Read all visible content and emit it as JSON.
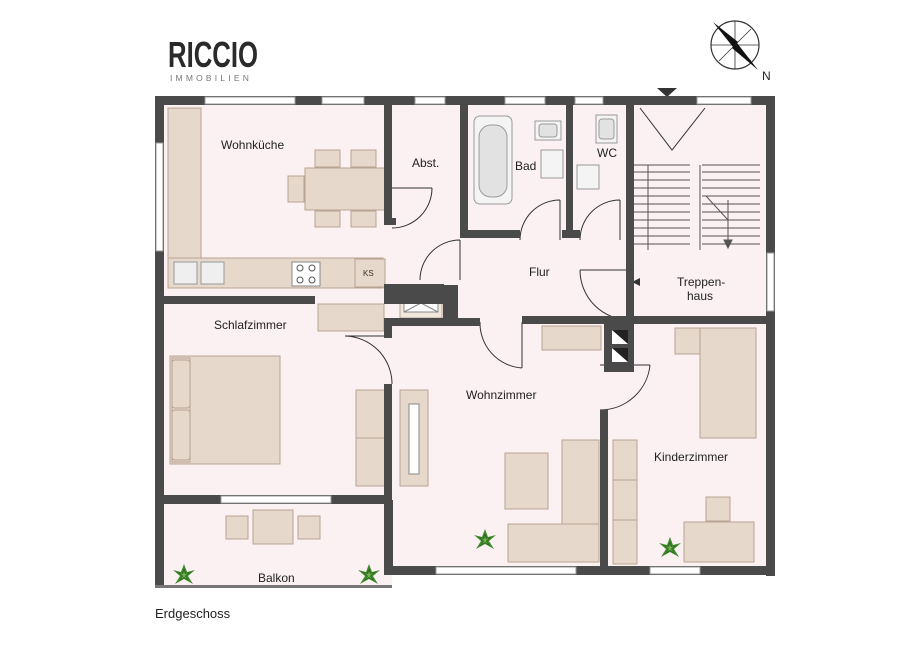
{
  "brand": {
    "name": "RICCIO",
    "subtitle": "IMMOBILIEN"
  },
  "compass": {
    "label": "N"
  },
  "floor_label": "Erdgeschoss",
  "rooms": {
    "wohnkueche": "Wohnküche",
    "abst": "Abst.",
    "bad": "Bad",
    "wc": "WC",
    "flur": "Flur",
    "treppenhaus_line1": "Treppen-",
    "treppenhaus_line2": "haus",
    "schlafzimmer": "Schlafzimmer",
    "wohnzimmer": "Wohnzimmer",
    "kinderzimmer": "Kinderzimmer",
    "balkon": "Balkon"
  },
  "fixtures": {
    "fridge": "KS"
  },
  "colors": {
    "wall": "#4a4a4a",
    "floor": "#fbf0f2",
    "furniture": "#e6d8cb",
    "furniture_stroke": "#b8a493",
    "window": "#bdbdbd",
    "plant": "#3f8a2c"
  }
}
